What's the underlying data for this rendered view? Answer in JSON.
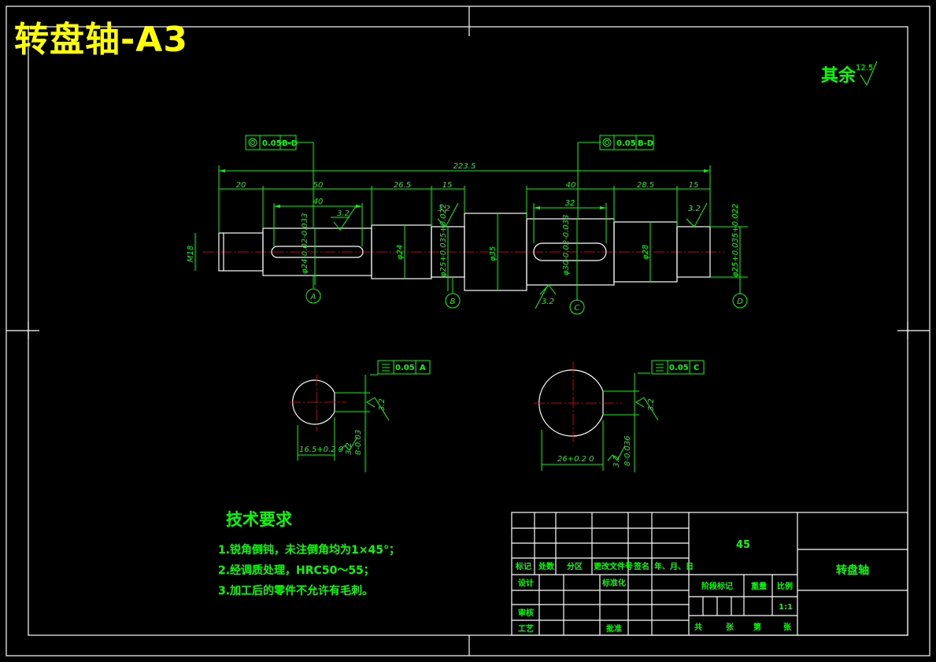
{
  "title": "转盘轴-A3",
  "roughness_note": {
    "label": "其余",
    "value": "12.5"
  },
  "tech_requirements": {
    "heading": "技术要求",
    "items": [
      "1.锐角倒钝，未注倒角均为1×45°；",
      "2.经调质处理，HRC50～55；",
      "3.加工后的零件不允许有毛刺。"
    ]
  },
  "main_view": {
    "tolerance_frames": [
      {
        "value": "0.05",
        "datum": "B-D"
      },
      {
        "value": "0.05",
        "datum": "B-D"
      }
    ],
    "overall_length": "223.5",
    "segment_lengths": [
      "20",
      "50",
      "26.5",
      "15",
      "40",
      "28.5",
      "15"
    ],
    "keyway_lengths": [
      "40",
      "32"
    ],
    "roughness_values": [
      "3.2",
      "3.2",
      "3.2",
      "3.2"
    ],
    "diameters": [
      "M18",
      "φ24-0.02-0.033",
      "φ24",
      "φ25+0.035+0.022",
      "φ35",
      "φ30-0.02-0.033",
      "φ28",
      "φ25+0.035+0.022"
    ],
    "datums": [
      "A",
      "B",
      "C",
      "D"
    ]
  },
  "sections": [
    {
      "frame_value": "0.05",
      "frame_datum": "A",
      "width_dim": "8-0.03",
      "depth_dim": "16.5+0.2 0",
      "roughness": [
        "3.2",
        "3.2"
      ]
    },
    {
      "frame_value": "0.05",
      "frame_datum": "C",
      "width_dim": "8-0.036",
      "depth_dim": "26+0.2 0",
      "roughness": [
        "3.2",
        "3.2"
      ]
    }
  ],
  "title_block": {
    "material": "45",
    "part_name": "转盘轴",
    "scale": "1:1",
    "headers": [
      "标记",
      "处数",
      "分区",
      "更改文件号",
      "签名",
      "年、月、日"
    ],
    "rows": [
      "设计",
      "审核",
      "工艺"
    ],
    "mid_labels": [
      "标准化",
      "批准"
    ],
    "stage_label": "阶段标记",
    "weight_label": "重量",
    "scale_label": "比例",
    "sheet_labels": [
      "共",
      "张",
      "第",
      "张"
    ]
  }
}
